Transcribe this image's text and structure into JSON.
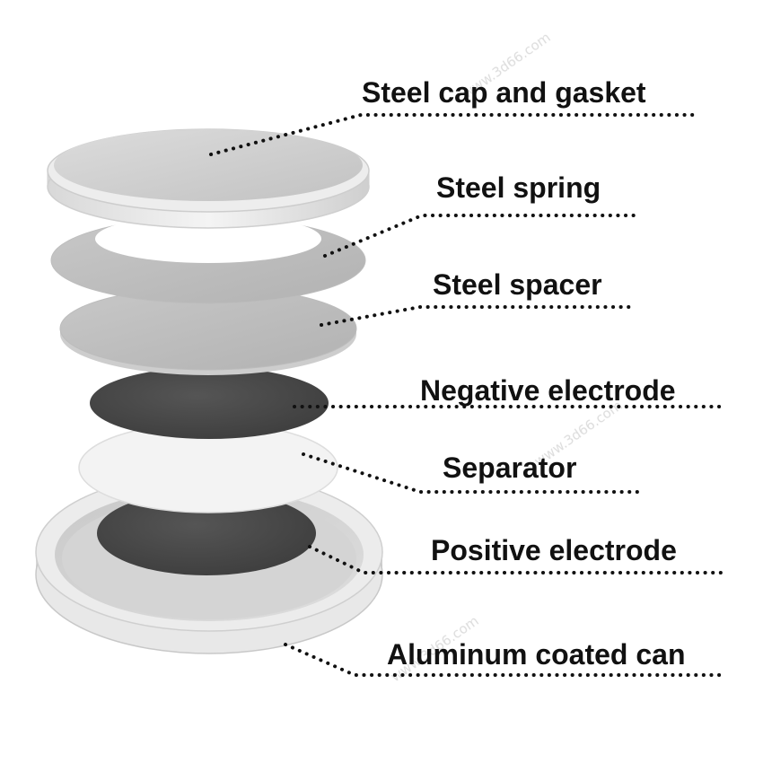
{
  "diagram": {
    "labels": [
      {
        "id": "cap",
        "text": "Steel cap and gasket"
      },
      {
        "id": "spring",
        "text": "Steel spring"
      },
      {
        "id": "spacer",
        "text": "Steel spacer"
      },
      {
        "id": "negative",
        "text": "Negative electrode"
      },
      {
        "id": "separator",
        "text": "Separator"
      },
      {
        "id": "positive",
        "text": "Positive electrode"
      },
      {
        "id": "can",
        "text": "Aluminum coated can"
      }
    ],
    "colors": {
      "steel_light": "#e6e6e6",
      "steel_mid": "#c4c4c4",
      "steel_dark": "#a9a9a9",
      "electrode": "#4a4a4a",
      "separator": "#f2f2f2",
      "can_rim": "#d6d6d6",
      "leader": "#111111"
    },
    "watermark": "www.3d66.com"
  }
}
